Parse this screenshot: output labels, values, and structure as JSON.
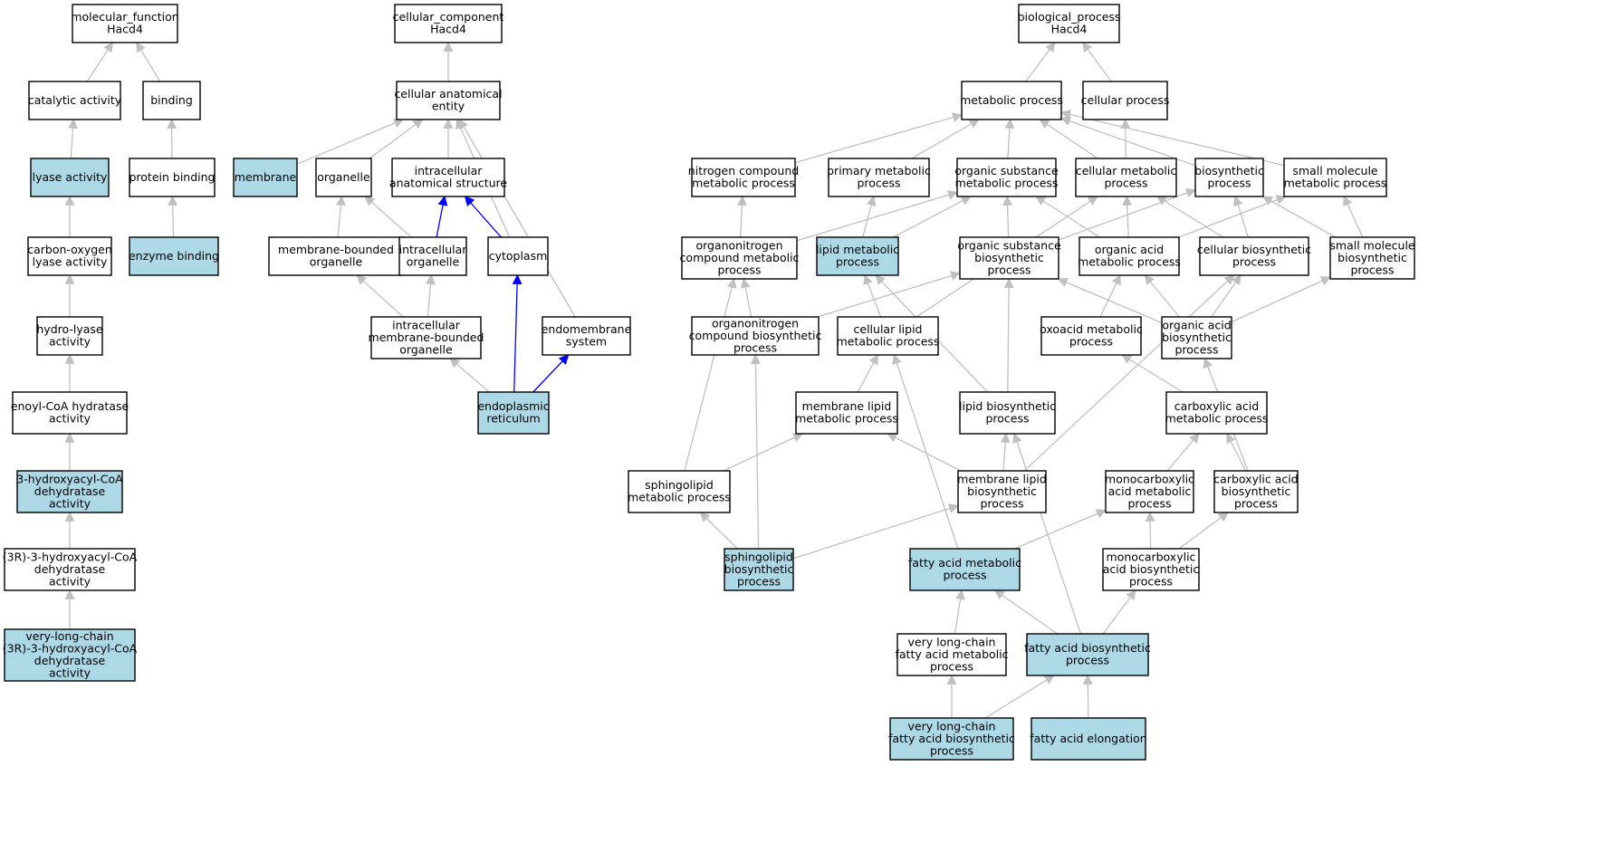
{
  "colors": {
    "node_fill": "#ffffff",
    "highlight_fill": "#add8e6",
    "edge_gray": "#c0c0c0",
    "edge_blue": "#0000ff",
    "border": "#000000"
  },
  "nodes": [
    {
      "id": "mf_root",
      "lines": [
        "molecular_function",
        "Hacd4"
      ],
      "highlight": false
    },
    {
      "id": "catalytic",
      "lines": [
        "catalytic activity"
      ],
      "highlight": false
    },
    {
      "id": "binding",
      "lines": [
        "binding"
      ],
      "highlight": false
    },
    {
      "id": "lyase",
      "lines": [
        "lyase activity"
      ],
      "highlight": true
    },
    {
      "id": "protein_binding",
      "lines": [
        "protein binding"
      ],
      "highlight": false
    },
    {
      "id": "co_lyase",
      "lines": [
        "carbon-oxygen",
        "lyase activity"
      ],
      "highlight": false
    },
    {
      "id": "enzyme_binding",
      "lines": [
        "enzyme binding"
      ],
      "highlight": true
    },
    {
      "id": "hydro_lyase",
      "lines": [
        "hydro-lyase",
        "activity"
      ],
      "highlight": false
    },
    {
      "id": "enoyl",
      "lines": [
        "enoyl-CoA hydratase",
        "activity"
      ],
      "highlight": false
    },
    {
      "id": "hacd",
      "lines": [
        "3-hydroxyacyl-CoA",
        "dehydratase",
        "activity"
      ],
      "highlight": true
    },
    {
      "id": "r3hacd",
      "lines": [
        "(3R)-3-hydroxyacyl-CoA",
        "dehydratase",
        "activity"
      ],
      "highlight": false
    },
    {
      "id": "vlc_hacd",
      "lines": [
        "very-long-chain",
        "(3R)-3-hydroxyacyl-CoA",
        "dehydratase",
        "activity"
      ],
      "highlight": true
    },
    {
      "id": "cc_root",
      "lines": [
        "cellular_component",
        "Hacd4"
      ],
      "highlight": false
    },
    {
      "id": "cae",
      "lines": [
        "cellular anatomical",
        "entity"
      ],
      "highlight": false
    },
    {
      "id": "membrane",
      "lines": [
        "membrane"
      ],
      "highlight": true
    },
    {
      "id": "organelle",
      "lines": [
        "organelle"
      ],
      "highlight": false
    },
    {
      "id": "ias",
      "lines": [
        "intracellular",
        "anatomical structure"
      ],
      "highlight": false
    },
    {
      "id": "mbo",
      "lines": [
        "membrane-bounded",
        "organelle"
      ],
      "highlight": false
    },
    {
      "id": "io",
      "lines": [
        "intracellular",
        "organelle"
      ],
      "highlight": false
    },
    {
      "id": "cytoplasm",
      "lines": [
        "cytoplasm"
      ],
      "highlight": false
    },
    {
      "id": "imbo",
      "lines": [
        "intracellular",
        "membrane-bounded",
        "organelle"
      ],
      "highlight": false
    },
    {
      "id": "endomem",
      "lines": [
        "endomembrane",
        "system"
      ],
      "highlight": false
    },
    {
      "id": "er",
      "lines": [
        "endoplasmic",
        "reticulum"
      ],
      "highlight": true
    },
    {
      "id": "bp_root",
      "lines": [
        "biological_process",
        "Hacd4"
      ],
      "highlight": false
    },
    {
      "id": "metabolic",
      "lines": [
        "metabolic process"
      ],
      "highlight": false
    },
    {
      "id": "cellular_proc",
      "lines": [
        "cellular process"
      ],
      "highlight": false
    },
    {
      "id": "ncmp",
      "lines": [
        "nitrogen compound",
        "metabolic process"
      ],
      "highlight": false
    },
    {
      "id": "pmp",
      "lines": [
        "primary metabolic",
        "process"
      ],
      "highlight": false
    },
    {
      "id": "osmp",
      "lines": [
        "organic substance",
        "metabolic process"
      ],
      "highlight": false
    },
    {
      "id": "cmp",
      "lines": [
        "cellular metabolic",
        "process"
      ],
      "highlight": false
    },
    {
      "id": "biosyn",
      "lines": [
        "biosynthetic",
        "process"
      ],
      "highlight": false
    },
    {
      "id": "smmp",
      "lines": [
        "small molecule",
        "metabolic process"
      ],
      "highlight": false
    },
    {
      "id": "oncmp",
      "lines": [
        "organonitrogen",
        "compound metabolic",
        "process"
      ],
      "highlight": false
    },
    {
      "id": "lmp",
      "lines": [
        "lipid metabolic",
        "process"
      ],
      "highlight": true
    },
    {
      "id": "osbp",
      "lines": [
        "organic substance",
        "biosynthetic",
        "process"
      ],
      "highlight": false
    },
    {
      "id": "oamp",
      "lines": [
        "organic acid",
        "metabolic process"
      ],
      "highlight": false
    },
    {
      "id": "cbp",
      "lines": [
        "cellular biosynthetic",
        "process"
      ],
      "highlight": false
    },
    {
      "id": "smbp",
      "lines": [
        "small molecule",
        "biosynthetic",
        "process"
      ],
      "highlight": false
    },
    {
      "id": "oncbp",
      "lines": [
        "organonitrogen",
        "compound biosynthetic",
        "process"
      ],
      "highlight": false
    },
    {
      "id": "clmp",
      "lines": [
        "cellular lipid",
        "metabolic process"
      ],
      "highlight": false
    },
    {
      "id": "oxmp",
      "lines": [
        "oxoacid metabolic",
        "process"
      ],
      "highlight": false
    },
    {
      "id": "oabp",
      "lines": [
        "organic acid",
        "biosynthetic",
        "process"
      ],
      "highlight": false
    },
    {
      "id": "mlmp",
      "lines": [
        "membrane lipid",
        "metabolic process"
      ],
      "highlight": false
    },
    {
      "id": "lbp",
      "lines": [
        "lipid biosynthetic",
        "process"
      ],
      "highlight": false
    },
    {
      "id": "camp",
      "lines": [
        "carboxylic acid",
        "metabolic process"
      ],
      "highlight": false
    },
    {
      "id": "slmp",
      "lines": [
        "sphingolipid",
        "metabolic process"
      ],
      "highlight": false
    },
    {
      "id": "mlbp",
      "lines": [
        "membrane lipid",
        "biosynthetic",
        "process"
      ],
      "highlight": false
    },
    {
      "id": "mcamp",
      "lines": [
        "monocarboxylic",
        "acid metabolic",
        "process"
      ],
      "highlight": false
    },
    {
      "id": "cabp",
      "lines": [
        "carboxylic acid",
        "biosynthetic",
        "process"
      ],
      "highlight": false
    },
    {
      "id": "slbp",
      "lines": [
        "sphingolipid",
        "biosynthetic",
        "process"
      ],
      "highlight": true
    },
    {
      "id": "famp",
      "lines": [
        "fatty acid metabolic",
        "process"
      ],
      "highlight": true
    },
    {
      "id": "mcabp",
      "lines": [
        "monocarboxylic",
        "acid biosynthetic",
        "process"
      ],
      "highlight": false
    },
    {
      "id": "vlcfamp",
      "lines": [
        "very long-chain",
        "fatty acid metabolic",
        "process"
      ],
      "highlight": false
    },
    {
      "id": "fabp",
      "lines": [
        "fatty acid biosynthetic",
        "process"
      ],
      "highlight": true
    },
    {
      "id": "vlcfabp",
      "lines": [
        "very long-chain",
        "fatty acid biosynthetic",
        "process"
      ],
      "highlight": true
    },
    {
      "id": "fae",
      "lines": [
        "fatty acid elongation"
      ],
      "highlight": true
    }
  ],
  "edges": [
    {
      "from": "catalytic",
      "to": "mf_root",
      "color": "gray"
    },
    {
      "from": "binding",
      "to": "mf_root",
      "color": "gray"
    },
    {
      "from": "lyase",
      "to": "catalytic",
      "color": "gray"
    },
    {
      "from": "protein_binding",
      "to": "binding",
      "color": "gray"
    },
    {
      "from": "co_lyase",
      "to": "lyase",
      "color": "gray"
    },
    {
      "from": "enzyme_binding",
      "to": "protein_binding",
      "color": "gray"
    },
    {
      "from": "hydro_lyase",
      "to": "co_lyase",
      "color": "gray"
    },
    {
      "from": "enoyl",
      "to": "hydro_lyase",
      "color": "gray"
    },
    {
      "from": "hacd",
      "to": "enoyl",
      "color": "gray"
    },
    {
      "from": "r3hacd",
      "to": "hacd",
      "color": "gray"
    },
    {
      "from": "vlc_hacd",
      "to": "r3hacd",
      "color": "gray"
    },
    {
      "from": "cae",
      "to": "cc_root",
      "color": "gray"
    },
    {
      "from": "membrane",
      "to": "cae",
      "color": "gray"
    },
    {
      "from": "organelle",
      "to": "cae",
      "color": "gray"
    },
    {
      "from": "ias",
      "to": "cae",
      "color": "gray"
    },
    {
      "from": "cytoplasm",
      "to": "cae",
      "color": "gray"
    },
    {
      "from": "endomem",
      "to": "cae",
      "color": "gray"
    },
    {
      "from": "mbo",
      "to": "organelle",
      "color": "gray"
    },
    {
      "from": "io",
      "to": "organelle",
      "color": "gray"
    },
    {
      "from": "io",
      "to": "ias",
      "color": "blue"
    },
    {
      "from": "cytoplasm",
      "to": "ias",
      "color": "blue"
    },
    {
      "from": "imbo",
      "to": "mbo",
      "color": "gray"
    },
    {
      "from": "imbo",
      "to": "io",
      "color": "gray"
    },
    {
      "from": "er",
      "to": "imbo",
      "color": "gray"
    },
    {
      "from": "er",
      "to": "cytoplasm",
      "color": "blue"
    },
    {
      "from": "er",
      "to": "endomem",
      "color": "blue"
    },
    {
      "from": "metabolic",
      "to": "bp_root",
      "color": "gray"
    },
    {
      "from": "cellular_proc",
      "to": "bp_root",
      "color": "gray"
    },
    {
      "from": "ncmp",
      "to": "metabolic",
      "color": "gray"
    },
    {
      "from": "pmp",
      "to": "metabolic",
      "color": "gray"
    },
    {
      "from": "osmp",
      "to": "metabolic",
      "color": "gray"
    },
    {
      "from": "cmp",
      "to": "metabolic",
      "color": "gray"
    },
    {
      "from": "cmp",
      "to": "cellular_proc",
      "color": "gray"
    },
    {
      "from": "biosyn",
      "to": "metabolic",
      "color": "gray"
    },
    {
      "from": "smmp",
      "to": "metabolic",
      "color": "gray"
    },
    {
      "from": "oncmp",
      "to": "ncmp",
      "color": "gray"
    },
    {
      "from": "oncmp",
      "to": "osmp",
      "color": "gray"
    },
    {
      "from": "lmp",
      "to": "pmp",
      "color": "gray"
    },
    {
      "from": "lmp",
      "to": "osmp",
      "color": "gray"
    },
    {
      "from": "osbp",
      "to": "osmp",
      "color": "gray"
    },
    {
      "from": "osbp",
      "to": "biosyn",
      "color": "gray"
    },
    {
      "from": "oamp",
      "to": "osmp",
      "color": "gray"
    },
    {
      "from": "oamp",
      "to": "cmp",
      "color": "gray"
    },
    {
      "from": "oamp",
      "to": "smmp",
      "color": "gray"
    },
    {
      "from": "cbp",
      "to": "cmp",
      "color": "gray"
    },
    {
      "from": "cbp",
      "to": "biosyn",
      "color": "gray"
    },
    {
      "from": "smbp",
      "to": "smmp",
      "color": "gray"
    },
    {
      "from": "smbp",
      "to": "biosyn",
      "color": "gray"
    },
    {
      "from": "oncbp",
      "to": "oncmp",
      "color": "gray"
    },
    {
      "from": "oncbp",
      "to": "osbp",
      "color": "gray"
    },
    {
      "from": "clmp",
      "to": "lmp",
      "color": "gray"
    },
    {
      "from": "clmp",
      "to": "cmp",
      "color": "gray"
    },
    {
      "from": "oxmp",
      "to": "oamp",
      "color": "gray"
    },
    {
      "from": "oabp",
      "to": "oamp",
      "color": "gray"
    },
    {
      "from": "oabp",
      "to": "osbp",
      "color": "gray"
    },
    {
      "from": "oabp",
      "to": "cbp",
      "color": "gray"
    },
    {
      "from": "oabp",
      "to": "smbp",
      "color": "gray"
    },
    {
      "from": "mlmp",
      "to": "clmp",
      "color": "gray"
    },
    {
      "from": "lbp",
      "to": "lmp",
      "color": "gray"
    },
    {
      "from": "lbp",
      "to": "osbp",
      "color": "gray"
    },
    {
      "from": "camp",
      "to": "oxmp",
      "color": "gray"
    },
    {
      "from": "slmp",
      "to": "oncmp",
      "color": "gray"
    },
    {
      "from": "slmp",
      "to": "mlmp",
      "color": "gray"
    },
    {
      "from": "mlbp",
      "to": "mlmp",
      "color": "gray"
    },
    {
      "from": "mlbp",
      "to": "lbp",
      "color": "gray"
    },
    {
      "from": "mlbp",
      "to": "cbp",
      "color": "gray"
    },
    {
      "from": "mcamp",
      "to": "camp",
      "color": "gray"
    },
    {
      "from": "cabp",
      "to": "camp",
      "color": "gray"
    },
    {
      "from": "cabp",
      "to": "oabp",
      "color": "gray"
    },
    {
      "from": "slbp",
      "to": "slmp",
      "color": "gray"
    },
    {
      "from": "slbp",
      "to": "oncbp",
      "color": "gray"
    },
    {
      "from": "slbp",
      "to": "mlbp",
      "color": "gray"
    },
    {
      "from": "famp",
      "to": "clmp",
      "color": "gray"
    },
    {
      "from": "famp",
      "to": "mcamp",
      "color": "gray"
    },
    {
      "from": "mcabp",
      "to": "mcamp",
      "color": "gray"
    },
    {
      "from": "mcabp",
      "to": "cabp",
      "color": "gray"
    },
    {
      "from": "vlcfamp",
      "to": "famp",
      "color": "gray"
    },
    {
      "from": "fabp",
      "to": "famp",
      "color": "gray"
    },
    {
      "from": "fabp",
      "to": "lbp",
      "color": "gray"
    },
    {
      "from": "fabp",
      "to": "mcabp",
      "color": "gray"
    },
    {
      "from": "vlcfabp",
      "to": "vlcfamp",
      "color": "gray"
    },
    {
      "from": "vlcfabp",
      "to": "fabp",
      "color": "gray"
    },
    {
      "from": "fae",
      "to": "fabp",
      "color": "gray"
    }
  ]
}
